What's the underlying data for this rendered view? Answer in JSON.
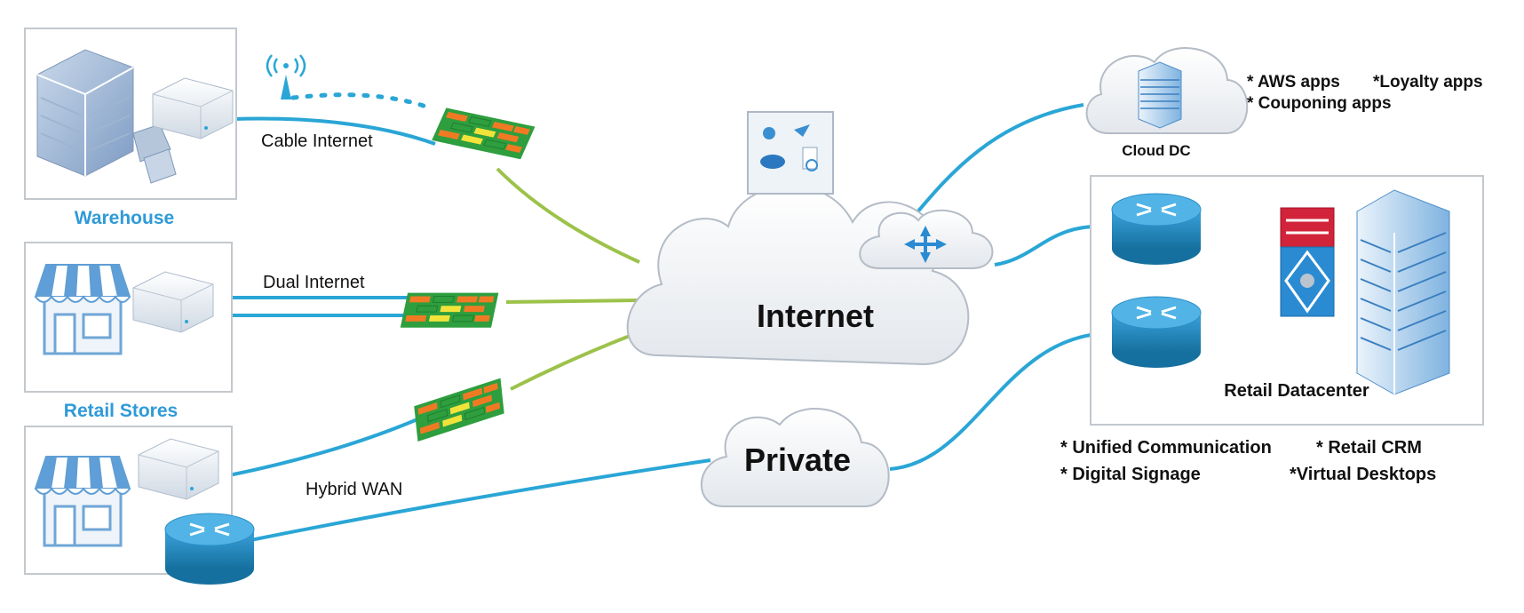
{
  "sites": {
    "warehouse": "Warehouse",
    "retail_stores": "Retail Stores"
  },
  "links": {
    "cable": "Cable Internet",
    "dual": "Dual Internet",
    "hybrid": "Hybrid WAN"
  },
  "clouds": {
    "internet": "Internet",
    "private": "Private",
    "cloud_dc": "Cloud DC"
  },
  "cloud_apps": {
    "aws": "* AWS apps",
    "loyalty": "*Loyalty apps",
    "couponing": "* Couponing apps"
  },
  "datacenter": {
    "label": "Retail Datacenter",
    "apps": {
      "unified": "* Unified Communication",
      "crm": "* Retail CRM",
      "signage": "* Digital Signage",
      "vdi": "*Virtual Desktops"
    }
  },
  "colors": {
    "link_blue": "#2aa6d6",
    "link_green": "#9cc24a",
    "site_label": "#2f9ad8",
    "firewall_green": "#2e9e3e",
    "firewall_orange": "#f07a24",
    "firewall_yellow": "#f2e33a",
    "router_blue": "#1a7fb5",
    "switch_red": "#d1233a"
  }
}
